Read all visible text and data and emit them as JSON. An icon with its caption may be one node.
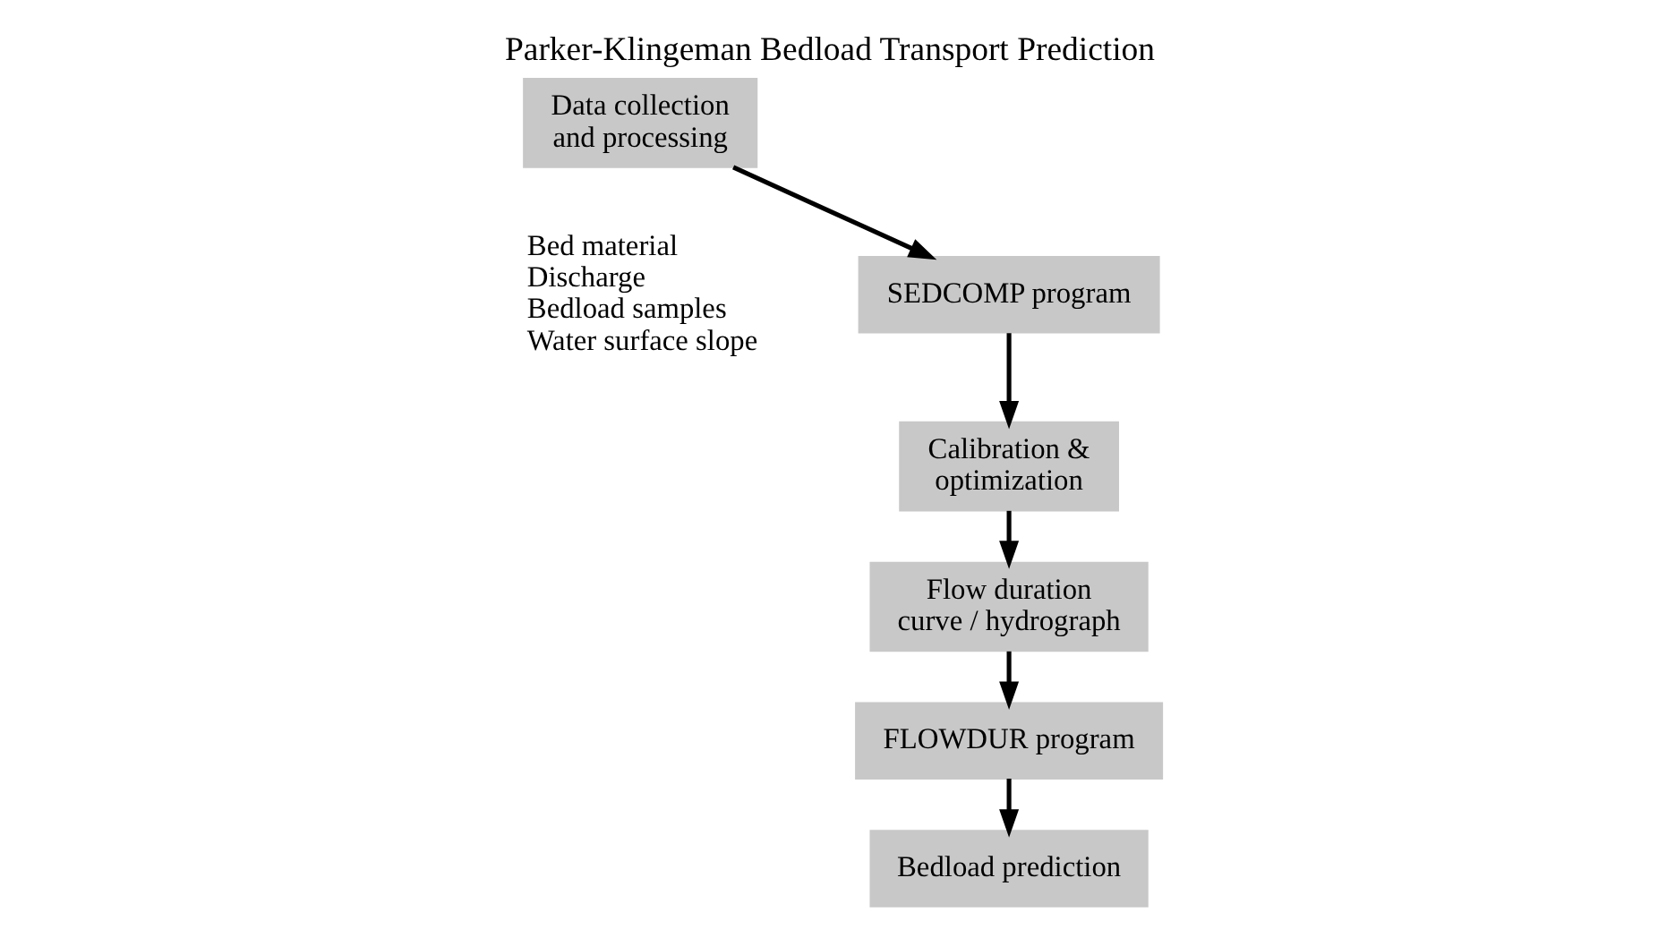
{
  "diagram": {
    "title": "Parker-Klingeman Bedload Transport Prediction",
    "nodes": [
      {
        "text": [
          "Data collection and processing"
        ],
        "beside": [
          "Bed material",
          "Discharge",
          "Bedload samples",
          "Water surface slope"
        ]
      },
      {
        "text": [
          "SEDCOMP program"
        ]
      },
      {
        "text": [
          "Calibration & optimization"
        ]
      },
      {
        "text": [
          "Flow duration curve / hydrograph"
        ]
      },
      {
        "text": [
          "FLOWDUR program"
        ]
      },
      {
        "text": [
          "Bedload prediction"
        ]
      }
    ],
    "edges": [
      {
        "from": 0,
        "to": 1,
        "arrow": "to"
      },
      {
        "from": 1,
        "to": 2,
        "arrow": "to"
      },
      {
        "from": 2,
        "to": 3,
        "arrow": "to"
      },
      {
        "from": 3,
        "to": 4,
        "arrow": "to"
      },
      {
        "from": 4,
        "to": 5,
        "arrow": "to"
      }
    ]
  }
}
